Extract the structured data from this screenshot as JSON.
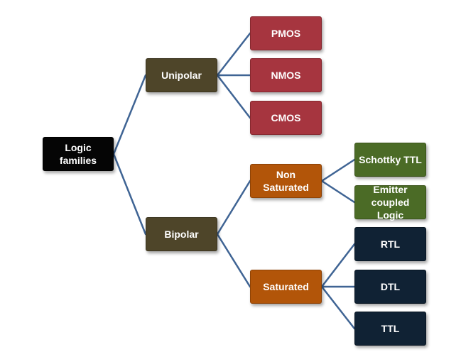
{
  "colors": {
    "connector": "#3f6494",
    "root": "#050505",
    "level1": "#4e4529",
    "mos": "#a6353f",
    "bipolar_type": "#b25509",
    "non_saturated_children": "#4b6b26",
    "saturated_children": "#102234"
  },
  "nodes": {
    "root": "Logic families",
    "unipolar": "Unipolar",
    "bipolar": "Bipolar",
    "pmos": "PMOS",
    "nmos": "NMOS",
    "cmos": "CMOS",
    "non_saturated": "Non Saturated",
    "saturated": "Saturated",
    "schottky_ttl": "Schottky TTL",
    "ecl": "Emitter coupled Logic",
    "rtl": "RTL",
    "dtl": "DTL",
    "ttl": "TTL"
  },
  "edges": [
    [
      "root",
      "unipolar"
    ],
    [
      "root",
      "bipolar"
    ],
    [
      "unipolar",
      "pmos"
    ],
    [
      "unipolar",
      "nmos"
    ],
    [
      "unipolar",
      "cmos"
    ],
    [
      "bipolar",
      "non_saturated"
    ],
    [
      "bipolar",
      "saturated"
    ],
    [
      "non_saturated",
      "schottky_ttl"
    ],
    [
      "non_saturated",
      "ecl"
    ],
    [
      "saturated",
      "rtl"
    ],
    [
      "saturated",
      "dtl"
    ],
    [
      "saturated",
      "ttl"
    ]
  ]
}
